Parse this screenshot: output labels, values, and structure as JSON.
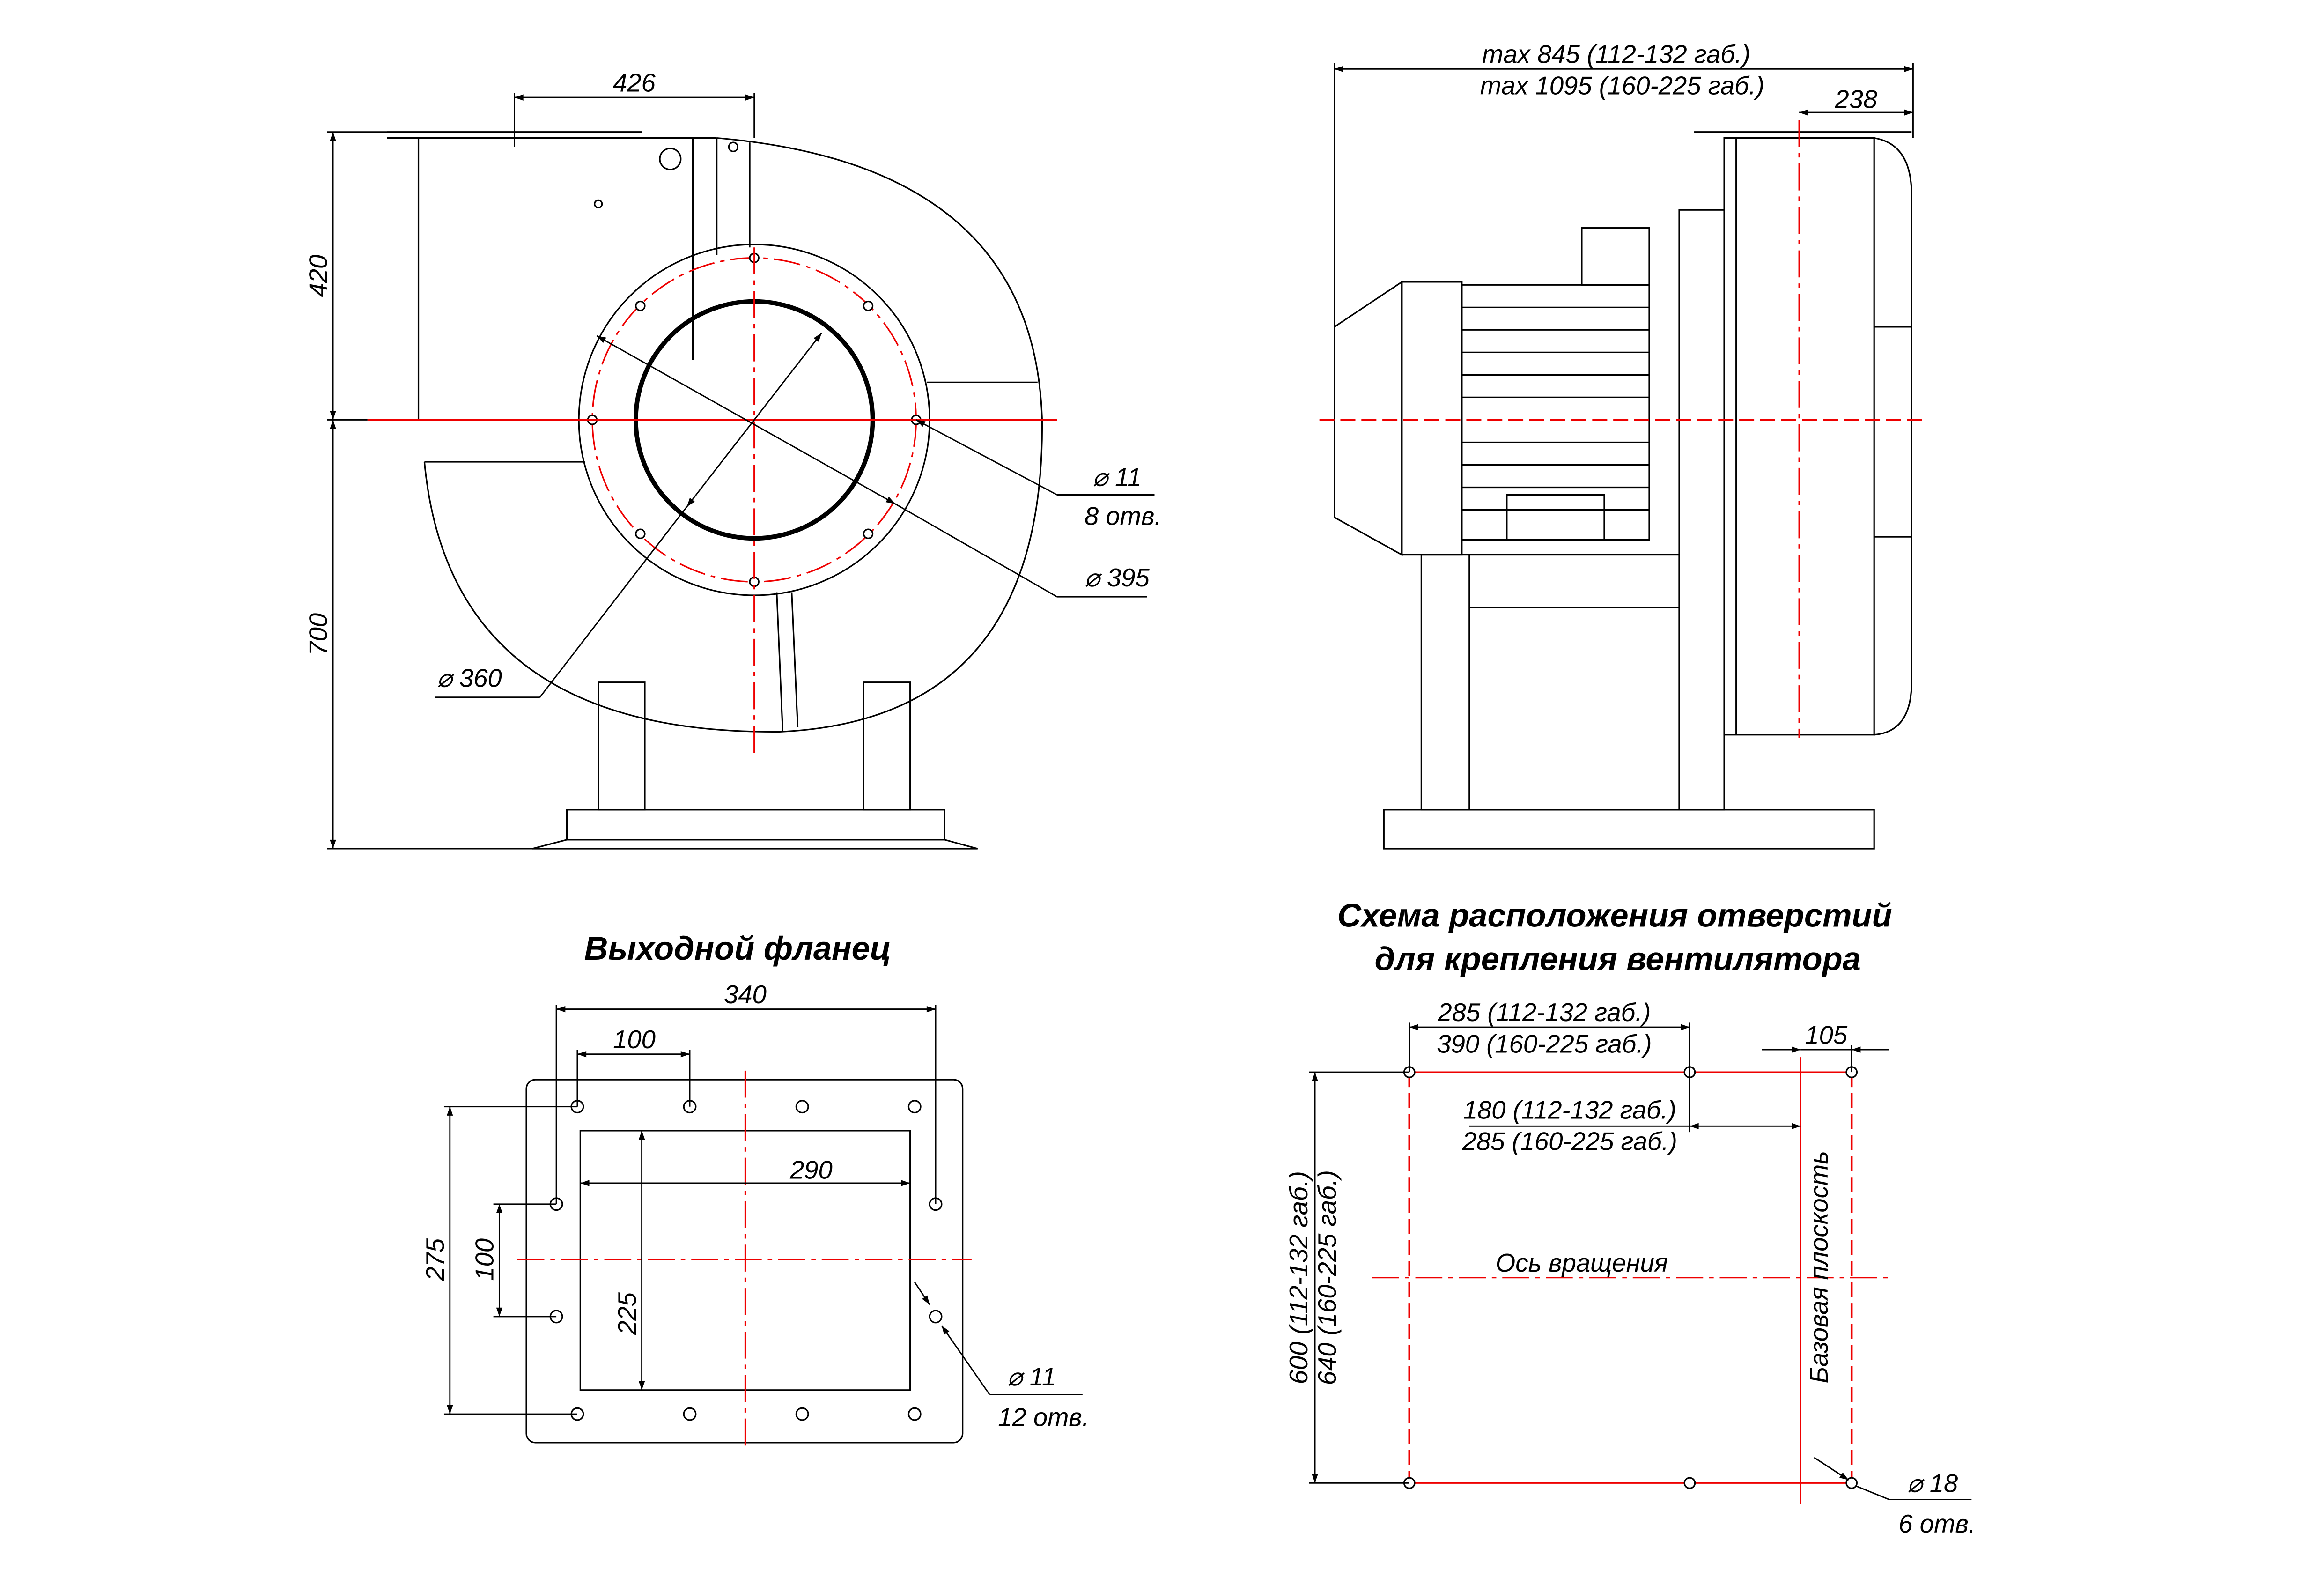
{
  "front_view": {
    "dim_width": "426",
    "dim_upper_height": "420",
    "dim_lower_height": "700",
    "hole_dia": "⌀ 11",
    "hole_count": "8 отв.",
    "flange_dia": "⌀ 395",
    "inlet_dia": "⌀ 360"
  },
  "side_view": {
    "max_len_small": "max 845 (112-132 габ.)",
    "max_len_large": "max 1095 (160-225 габ.)",
    "dim_238": "238"
  },
  "outlet_flange": {
    "title": "Выходной фланец",
    "dim_340": "340",
    "dim_100_h": "100",
    "dim_290": "290",
    "dim_275": "275",
    "dim_100_v": "100",
    "dim_225": "225",
    "hole_dia": "⌀ 11",
    "hole_count": "12 отв."
  },
  "mounting_scheme": {
    "title_line1": "Схема расположения отверстий",
    "title_line2": "для крепления вентилятора",
    "dim_a_small": "285 (112-132 габ.)",
    "dim_a_large": "390 (160-225 габ.)",
    "dim_105": "105",
    "dim_b_small": "180 (112-132 габ.)",
    "dim_b_large": "285 (160-225 габ.)",
    "dim_h_small": "600 (112-132 габ.)",
    "dim_h_large": "640 (160-225 габ.)",
    "axis_label": "Ось вращения",
    "base_plane_label": "Базовая плоскость",
    "hole_dia": "⌀ 18",
    "hole_count": "6 отв."
  }
}
